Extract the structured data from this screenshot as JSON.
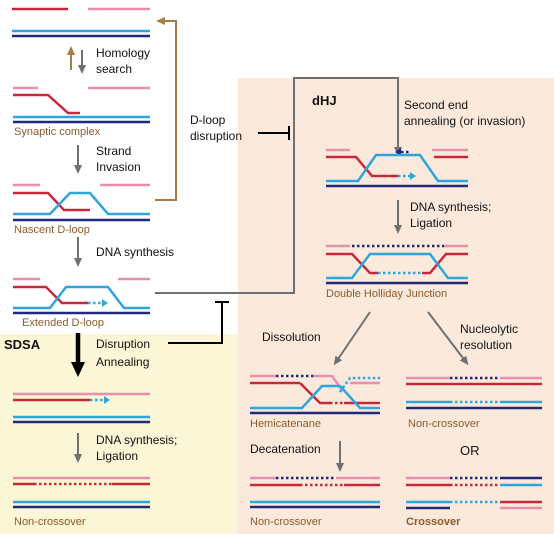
{
  "colors": {
    "red": "#C8283C",
    "pink": "#E88FB0",
    "blue": "#2EA6DB",
    "navy": "#1F2A7A",
    "brown_label": "#8B5A2B",
    "brown_arrow": "#A87B4A",
    "gray_arrow": "#707070",
    "dhj_bg": "#FBEADB",
    "sdsa_bg": "#FBF6D5"
  },
  "labels": {
    "homology_search": [
      "Homology",
      "search"
    ],
    "synaptic_complex": "Synaptic complex",
    "strand_invasion": [
      "Strand",
      "Invasion"
    ],
    "nascent_dloop": "Nascent D-loop",
    "dna_synthesis": "DNA synthesis",
    "extended_dloop": "Extended D-loop",
    "dloop_disruption": [
      "D-loop",
      "disruption"
    ],
    "sdsa": "SDSA",
    "disruption_annealing": [
      "Disruption",
      "Annealing"
    ],
    "dna_synthesis_ligation_left": [
      "DNA synthesis;",
      "Ligation"
    ],
    "non_crossover_left": "Non-crossover",
    "dhj": "dHJ",
    "second_end": [
      "Second end",
      "annealing (or invasion)"
    ],
    "dna_synthesis_ligation_right": [
      "DNA synthesis;",
      "Ligation"
    ],
    "double_holliday_junction": "Double Holliday Junction",
    "dissolution": "Dissolution",
    "nucleolytic_resolution": [
      "Nucleolytic",
      "resolution"
    ],
    "hemicatenane": "Hemicatenane",
    "non_crossover_mid": "Non-crossover",
    "decatenation": "Decatenation",
    "or": "OR",
    "non_crossover_bottom": "Non-crossover",
    "crossover": "Crossover"
  }
}
